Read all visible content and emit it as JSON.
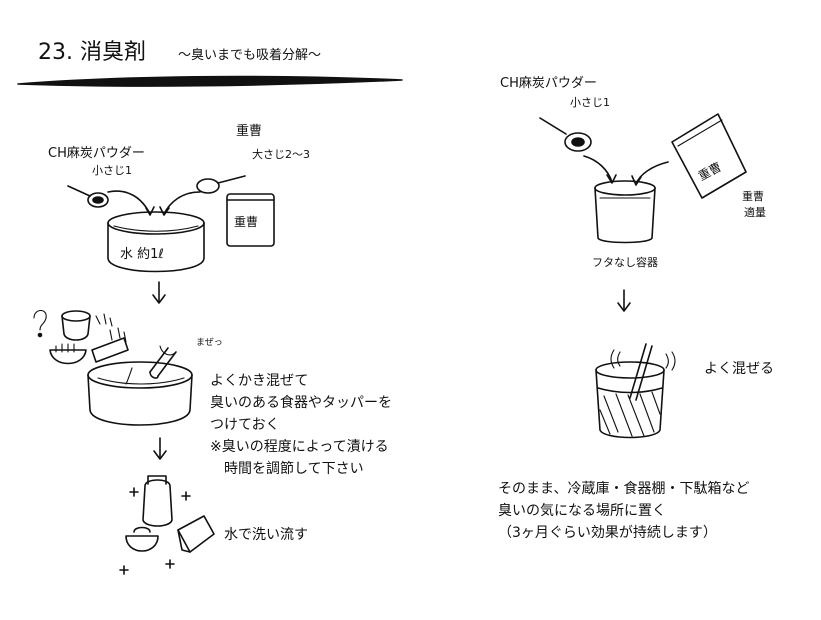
{
  "header": {
    "title": "23. 消臭剤",
    "subtitle": "～臭いまでも吸着分解～"
  },
  "left": {
    "powder_label": "CH麻炭パウダー",
    "powder_amount": "小さじ1",
    "soda_label": "重曹",
    "soda_amount": "大さじ2～3",
    "bowl_label": "水 約1ℓ",
    "bag_label": "重曹",
    "mix_sfx": "まぜっ",
    "step_soak": "よくかき混ぜて\n臭いのある食器やタッパーを\nつけておく\n※臭いの程度によって漬ける\n　時間を調節して下さい",
    "step_rinse": "水で洗い流す"
  },
  "right": {
    "powder_label": "CH麻炭パウダー",
    "powder_amount": "小さじ1",
    "bag_label": "重曹",
    "soda_label": "重曹",
    "soda_amount": "適量",
    "container_label": "フタなし容器",
    "step_mix": "よく混ぜる",
    "step_place": "そのまま、冷蔵庫・食器棚・下駄箱など\n臭いの気になる場所に置く\n（3ヶ月ぐらい効果が持続します）"
  },
  "icons": [
    "spoon-icon",
    "soda-bag-icon",
    "bowl-icon",
    "down-arrow-icon",
    "sparkle-icon",
    "cup-icon",
    "container-icon"
  ]
}
